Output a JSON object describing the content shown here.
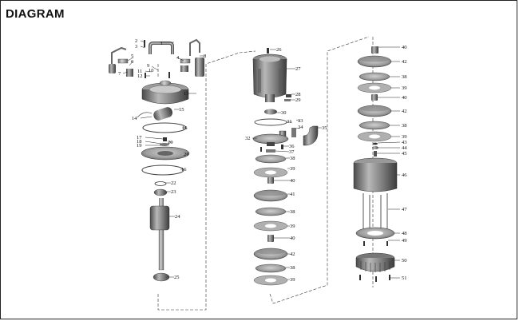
{
  "title": "DIAGRAM",
  "labels": {
    "l2": "2",
    "l3": "3",
    "l1": "1",
    "l5": "5",
    "l6": "6",
    "l4": "4",
    "l7": "7",
    "l8": "8",
    "l9": "9",
    "l10": "10",
    "l11": "11",
    "l12": "12",
    "l13": "13",
    "l14": "14",
    "l15": "15",
    "l16a": "16",
    "l17": "17",
    "l18": "18",
    "l19": "19",
    "l20": "20",
    "l21": "21",
    "l16b": "16",
    "l22": "22",
    "l23": "23",
    "l24": "24",
    "l25": "25",
    "l26": "26",
    "l27": "27",
    "l28": "28",
    "l29": "29",
    "l30": "30",
    "l31": "31",
    "l33": "33",
    "l34": "34",
    "l35": "35",
    "l32": "32",
    "l36": "36",
    "l37": "37",
    "m38a": "38",
    "m39a": "39",
    "m40a": "40",
    "m41": "41",
    "m38b": "38",
    "m39b": "39",
    "m40b": "40",
    "m42": "42",
    "m38c": "38",
    "m39c": "39",
    "r40a": "40",
    "r42a": "42",
    "r38a": "38",
    "r39a": "39",
    "r40b": "40",
    "r42b": "42",
    "r38b": "38",
    "r39b": "39",
    "r43": "43",
    "r44": "44",
    "r45": "45",
    "r46": "46",
    "r47": "47",
    "r48": "48",
    "r49": "49",
    "r50": "50",
    "r51": "51"
  }
}
